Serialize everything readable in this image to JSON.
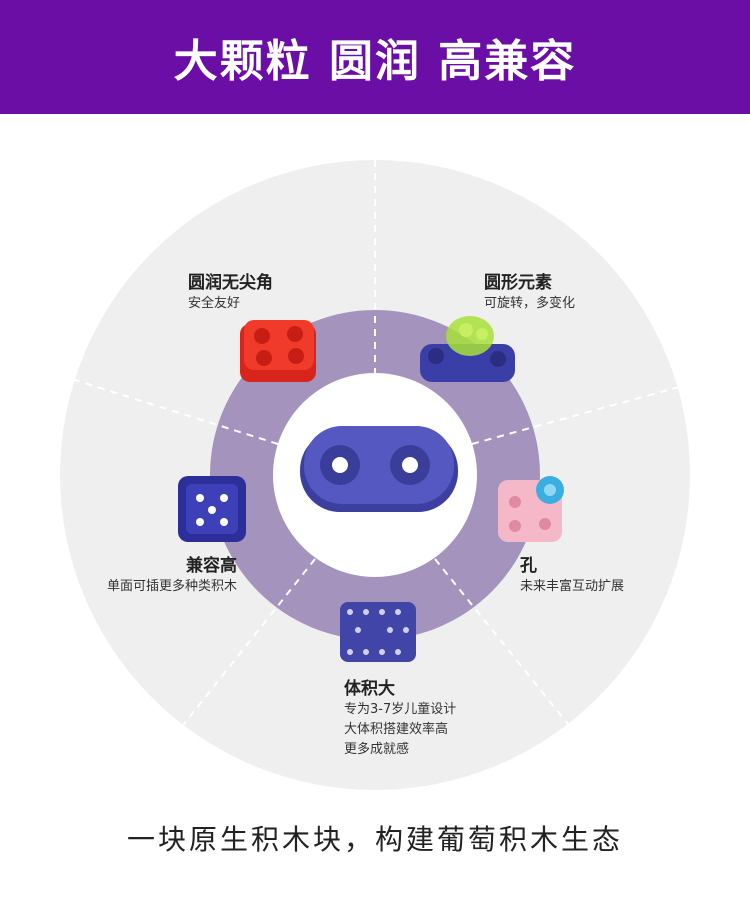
{
  "header": {
    "title": "大颗粒 圆润 高兼容"
  },
  "features": [
    {
      "title": "圆润无尖角",
      "desc": [
        "安全友好"
      ]
    },
    {
      "title": "圆形元素",
      "desc": [
        "可旋转，多变化"
      ]
    },
    {
      "title": "孔",
      "desc": [
        "未来丰富互动扩展"
      ]
    },
    {
      "title": "体积大",
      "desc": [
        "专为3-7岁儿童设计",
        "大体积搭建效率高",
        "更多成就感"
      ]
    },
    {
      "title": "兼容高",
      "desc": [
        "单面可插更多种类积木"
      ]
    }
  ],
  "footer": {
    "slogan": "一块原生积木块，构建葡萄积木生态"
  },
  "colors": {
    "header": "#6a0ea5",
    "ring": "#a393bd",
    "outer": "#efefef"
  }
}
